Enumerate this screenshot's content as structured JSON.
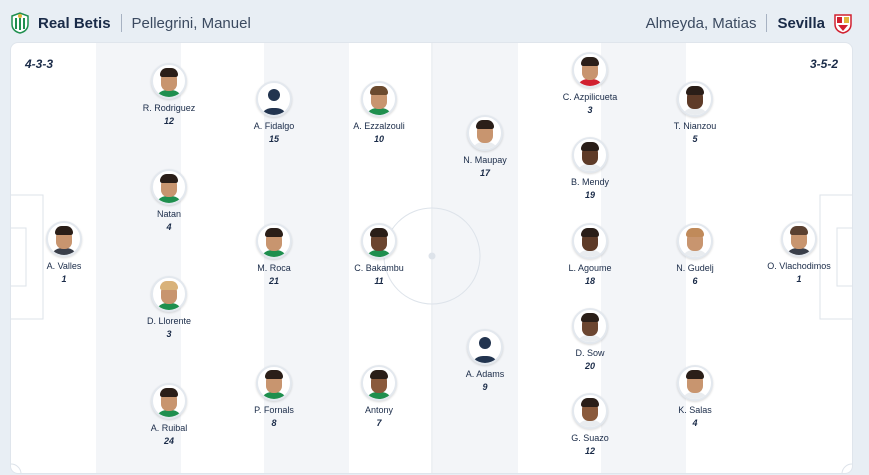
{
  "home": {
    "name": "Real Betis",
    "coach": "Pellegrini, Manuel",
    "formation": "4-3-3",
    "crest_color": "#1f8f4e"
  },
  "away": {
    "name": "Sevilla",
    "coach": "Almeyda, Matias",
    "formation": "3-5-2",
    "crest_color": "#d1202f"
  },
  "home_players": [
    {
      "name": "A. Valles",
      "number": "1"
    },
    {
      "name": "R. Rodriguez",
      "number": "12"
    },
    {
      "name": "Natan",
      "number": "4"
    },
    {
      "name": "D. Llorente",
      "number": "3"
    },
    {
      "name": "A. Ruibal",
      "number": "24"
    },
    {
      "name": "A. Fidalgo",
      "number": "15"
    },
    {
      "name": "M. Roca",
      "number": "21"
    },
    {
      "name": "P. Fornals",
      "number": "8"
    },
    {
      "name": "A. Ezzalzouli",
      "number": "10"
    },
    {
      "name": "C. Bakambu",
      "number": "11"
    },
    {
      "name": "Antony",
      "number": "7"
    }
  ],
  "away_players": [
    {
      "name": "O. Vlachodimos",
      "number": "1"
    },
    {
      "name": "T. Nianzou",
      "number": "5"
    },
    {
      "name": "N. Gudelj",
      "number": "6"
    },
    {
      "name": "K. Salas",
      "number": "4"
    },
    {
      "name": "C. Azpilicueta",
      "number": "3"
    },
    {
      "name": "B. Mendy",
      "number": "19"
    },
    {
      "name": "L. Agoume",
      "number": "18"
    },
    {
      "name": "D. Sow",
      "number": "20"
    },
    {
      "name": "G. Suazo",
      "number": "12"
    },
    {
      "name": "N. Maupay",
      "number": "17"
    },
    {
      "name": "A. Adams",
      "number": "9"
    }
  ]
}
